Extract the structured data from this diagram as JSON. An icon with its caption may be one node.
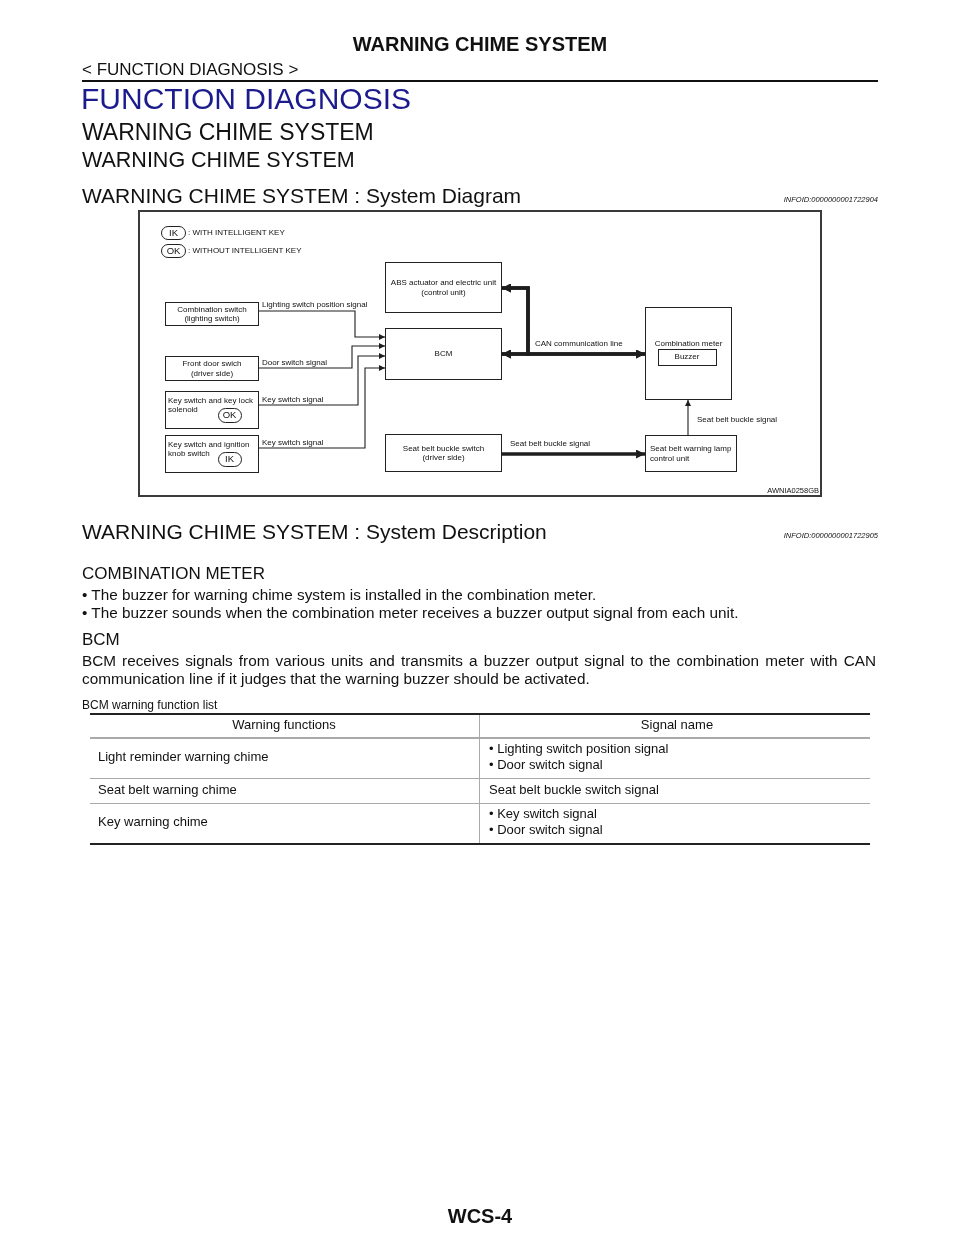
{
  "diagram": {
    "title": "WARNING CHIME SYSTEM",
    "nodes": [
      {
        "text": [
          "IK"
        ],
        "beside": [
          ": WITH INTELLIGENT KEY"
        ]
      },
      {
        "text": [
          "OK"
        ],
        "beside": [
          ": WITHOUT INTELLIGENT KEY"
        ]
      },
      {
        "text": [
          "ABS actuator and electric unit (control unit)"
        ]
      },
      {
        "text": [
          "Combination switch (lighting switch)"
        ]
      },
      {
        "text": [
          "BCM"
        ]
      },
      {
        "text": [
          "Combination meter"
        ]
      },
      {
        "text": [
          "Buzzer"
        ],
        "in": 5
      },
      {
        "text": [
          "Front door swich (driver side)"
        ]
      },
      {
        "text": [
          "Key switch and key lock solenoid"
        ]
      },
      {
        "text": [
          "OK"
        ],
        "in": 8
      },
      {
        "text": [
          "Key switch and ignition knob switch"
        ]
      },
      {
        "text": [
          "IK"
        ],
        "in": 10
      },
      {
        "text": [
          "Seat belt buckle switch (driver side)"
        ]
      },
      {
        "text": [
          "Seat belt warning lamp control unit"
        ]
      }
    ],
    "edges": [
      {
        "from": 3,
        "to": 4,
        "arrow": "to",
        "label": "Lighting switch position signal"
      },
      {
        "from": 7,
        "to": 4,
        "arrow": "to",
        "label": "Door switch signal"
      },
      {
        "from": 8,
        "to": 4,
        "arrow": "to",
        "label": "Key switch signal"
      },
      {
        "from": 10,
        "to": 4,
        "arrow": "to",
        "label": "Key switch signal"
      },
      {
        "from": 4,
        "to": 5,
        "arrow": "both",
        "label": "CAN communication line",
        "style": "thick"
      },
      {
        "from": 2,
        "to": 5,
        "arrow": "both",
        "style": "thick"
      },
      {
        "from": 2,
        "to": 4,
        "arrow": "both",
        "style": "thick"
      },
      {
        "from": 12,
        "to": 13,
        "arrow": "to",
        "label": "Seat belt buckle signal",
        "style": "thick"
      },
      {
        "from": 13,
        "to": 5,
        "arrow": "to",
        "label": "Seat belt buckle signal"
      }
    ],
    "labels": [
      "< FUNCTION DIAGNOSIS >",
      "FUNCTION DIAGNOSIS",
      "WARNING CHIME SYSTEM",
      "WARNING CHIME SYSTEM",
      "WARNING CHIME SYSTEM : System Diagram",
      "INFOID:0000000001722904",
      "AWNIA0258GB",
      "WARNING CHIME SYSTEM : System Description",
      "INFOID:0000000001722905",
      "COMBINATION METER",
      "• The buzzer for warning chime system is installed in the combination meter.",
      "• The buzzer sounds when the combination meter receives a buzzer output signal from each unit.",
      "BCM",
      "BCM receives signals from various units and transmits a buzzer output signal to the combination meter with CAN communication line if it judges that the warning buzzer should be activated.",
      "BCM warning function list",
      "Warning functions",
      "Signal name",
      "Light reminder warning chime",
      "• Lighting switch position signal",
      "• Door switch signal",
      "Seat belt warning chime",
      "Seat belt buckle switch signal",
      "Key warning chime",
      "• Key switch signal",
      "• Door switch signal",
      "WCS-4"
    ]
  }
}
